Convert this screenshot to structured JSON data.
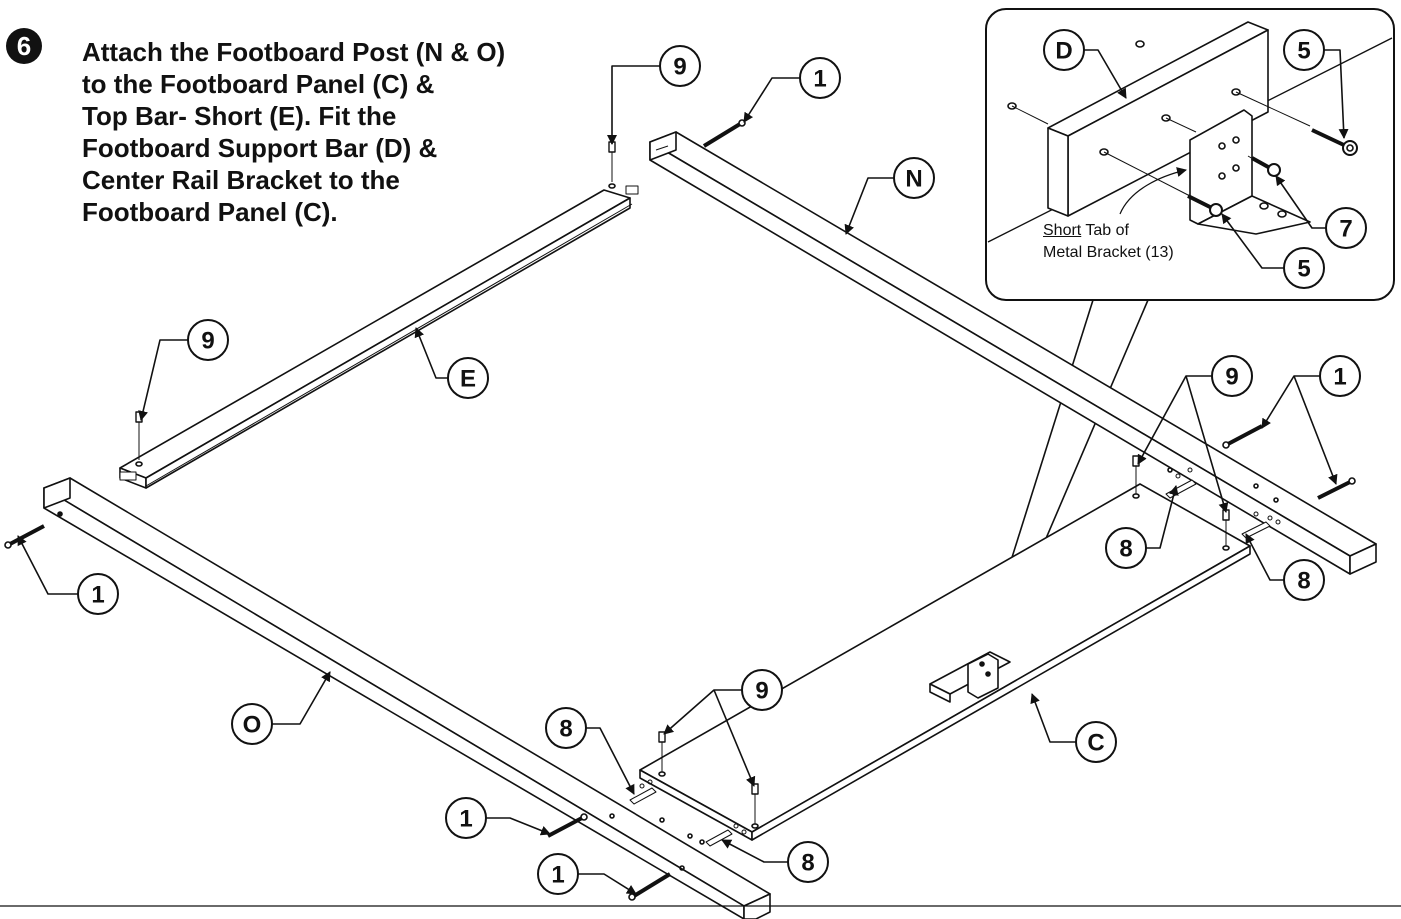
{
  "step": {
    "number": "6",
    "instruction_lines": [
      "Attach the Footboard Post (N & O)",
      "to the Footboard Panel (C) &",
      "Top Bar- Short (E). Fit the",
      "Footboard Support Bar (D) &",
      "Center Rail Bracket to the",
      "Footboard Panel (C)."
    ]
  },
  "inset": {
    "caption_underlined": "Short",
    "caption_rest": " Tab of",
    "caption_line2": "Metal Bracket (13)",
    "labels": {
      "support_bar": "D",
      "screw_top": "5",
      "screw_bottom": "5",
      "bolt": "7"
    }
  },
  "part_labels": {
    "top_bar": "E",
    "post_right": "N",
    "post_left": "O",
    "panel": "C"
  },
  "hardware_labels": {
    "dowel_top_bar_end": "9",
    "bolt_post_n_top": "1",
    "dowel_top_bar_left": "9",
    "bolt_post_o_left": "1",
    "dowel_right_cluster": "9",
    "bolt_right_cluster": "1",
    "pin_right_a": "8",
    "pin_right_b": "8",
    "dowel_front_cluster": "9",
    "pin_front_a": "8",
    "pin_front_b": "8",
    "bolt_front_a": "1",
    "bolt_front_b": "1"
  }
}
